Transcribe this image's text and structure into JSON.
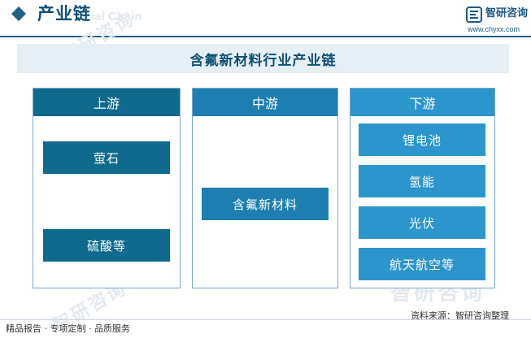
{
  "header": {
    "title": "产业链",
    "watermark": "ial Chain",
    "logo_text": "智研咨询",
    "url": "www.chyxx.com"
  },
  "main_title": "含氟新材料行业产业链",
  "columns": {
    "upstream": {
      "label": "上游",
      "items": [
        "萤石",
        "硫酸等"
      ]
    },
    "midstream": {
      "label": "中游",
      "items": [
        "含氟新材料"
      ]
    },
    "downstream": {
      "label": "下游",
      "items": [
        "锂电池",
        "氢能",
        "光伏",
        "航天航空等"
      ]
    }
  },
  "footer": {
    "left": "精品报告 · 专项定制 · 品质服务",
    "source": "资料来源：智研咨询整理",
    "watermark": "智研咨询"
  },
  "colors": {
    "dark_teal": "#0f6a8e",
    "mid_blue": "#1d7fb0",
    "light_blue": "#2a96cc",
    "header_blue": "#0d4f73"
  }
}
